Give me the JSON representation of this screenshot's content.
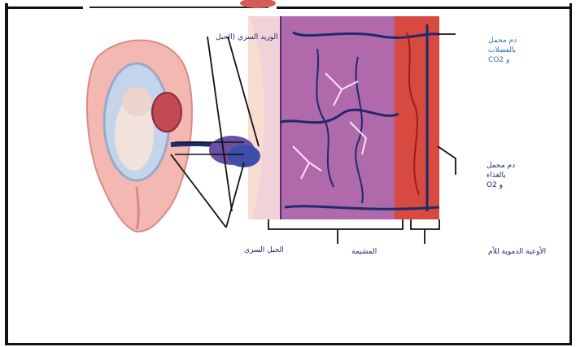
{
  "labels": {
    "umbilical_vein_top": "الوريد السري (الحبل",
    "co2_rich_top": "دم محمل\nبالفضلات\nو CO2",
    "o2_rich_right": "دم محمل\nبالغذاء\nو O2",
    "umbilical_cord": "الحبل السري",
    "placenta": "المشيمة",
    "umbilical_artery_bottom": "الأوعية الدموية للأم"
  },
  "colors": {
    "uterus_wall": "#f2b9b5",
    "uterus_inner": "#b9cfe6",
    "placenta_tissue": "#a86aa5",
    "maternal_blood": "#e23a2a",
    "vessel_dark": "#1f2a6b",
    "label_text": "#1a2a6c"
  }
}
